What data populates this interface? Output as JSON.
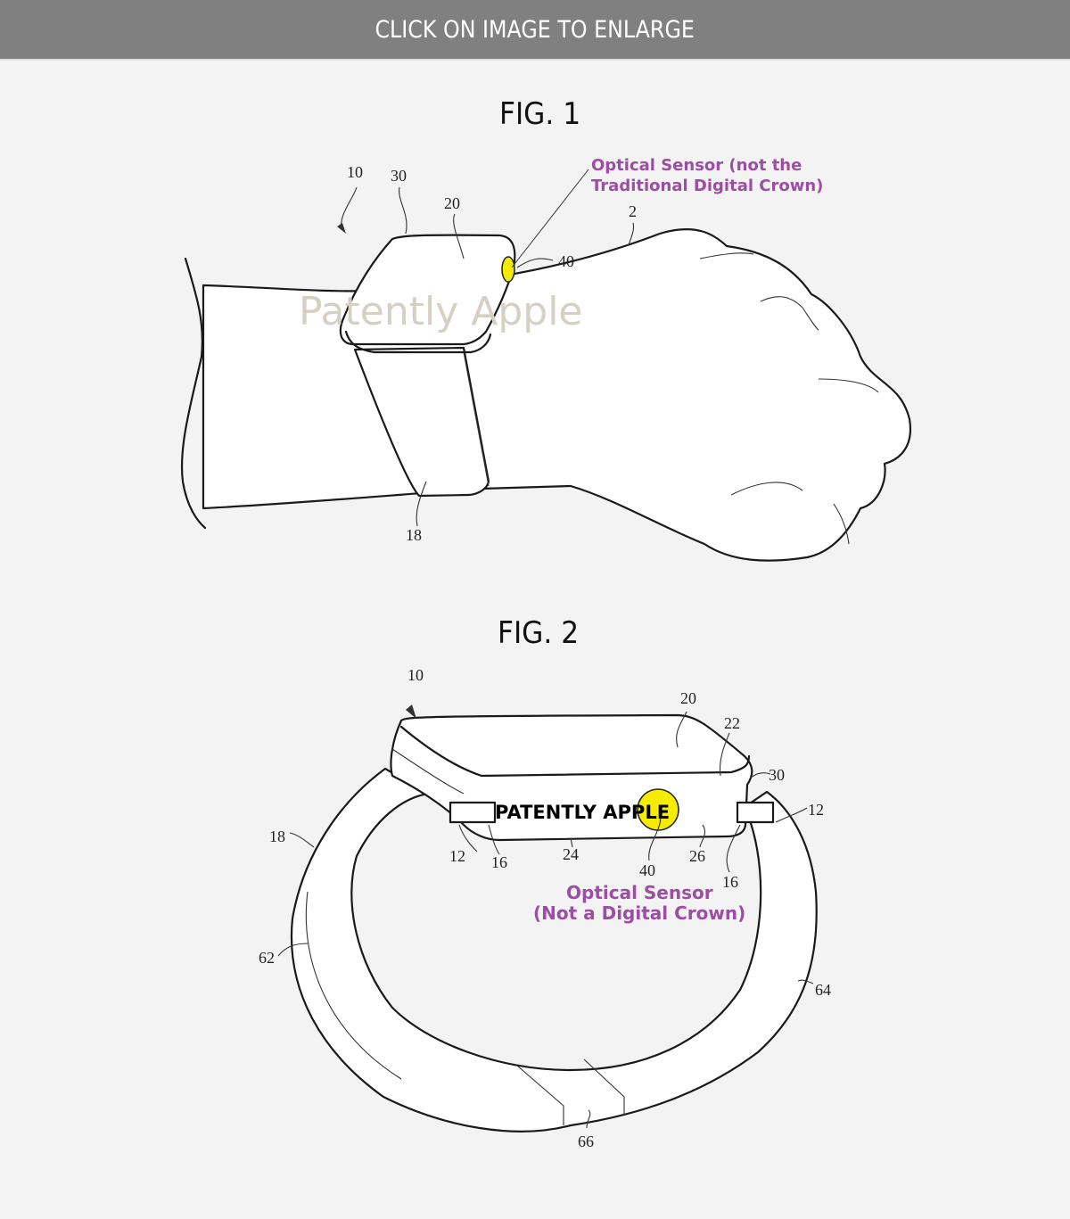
{
  "banner": {
    "label": "CLICK ON IMAGE TO ENLARGE"
  },
  "fig1": {
    "title": "FIG. 1",
    "callout_line1": "Optical Sensor (not the",
    "callout_line2": "Traditional Digital Crown)",
    "watermark": "Patently Apple",
    "refs": {
      "r10": "10",
      "r30": "30",
      "r20": "20",
      "r2": "2",
      "r40": "40",
      "r18": "18"
    }
  },
  "fig2": {
    "title": "FIG. 2",
    "watermark": "PATENTLY APPLE",
    "callout_line1": "Optical Sensor",
    "callout_line2": "(Not a Digital Crown)",
    "refs": {
      "r10": "10",
      "r20": "20",
      "r22": "22",
      "r30": "30",
      "r12a": "12",
      "r12b": "12",
      "r16a": "16",
      "r16b": "16",
      "r24": "24",
      "r40": "40",
      "r26": "26",
      "r18": "18",
      "r62": "62",
      "r64": "64",
      "r66": "66"
    }
  },
  "colors": {
    "banner_bg": "#808080",
    "callout": "#9b4ea3",
    "sensor": "#f5ec00",
    "page_bg": "#f3f3f3"
  }
}
